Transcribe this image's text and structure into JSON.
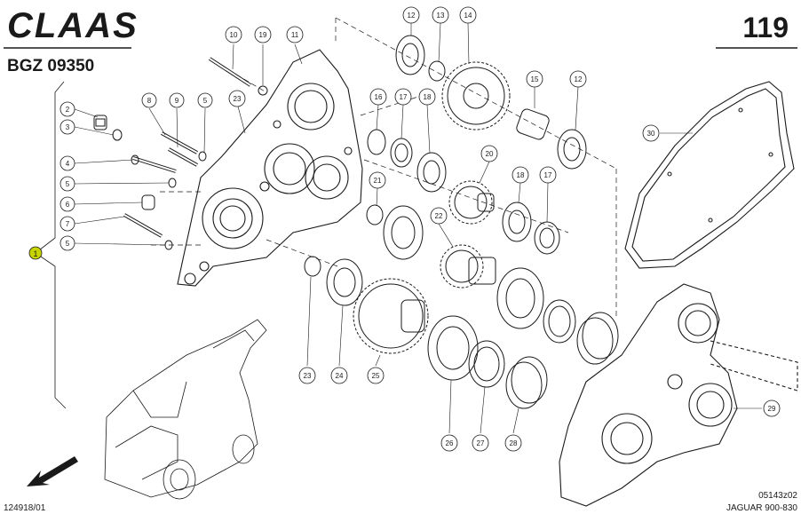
{
  "header": {
    "brand": "CLAAS",
    "group_code": "BGZ 09350",
    "page_number": "119"
  },
  "footer": {
    "doc_id": "124918/01",
    "drawing_code": "05143z02",
    "model": "JAGUAR 900-830"
  },
  "callouts": {
    "c1": "1",
    "c2": "2",
    "c3": "3",
    "c4": "4",
    "c5a": "5",
    "c5b": "5",
    "c5c": "5",
    "c6": "6",
    "c7": "7",
    "c8": "8",
    "c9": "9",
    "c10": "10",
    "c11": "11",
    "c12a": "12",
    "c12b": "12",
    "c13": "13",
    "c14": "14",
    "c15": "15",
    "c16": "16",
    "c17a": "17",
    "c17b": "17",
    "c18a": "18",
    "c18b": "18",
    "c19": "19",
    "c20": "20",
    "c21": "21",
    "c22": "22",
    "c23a": "23",
    "c23b": "23",
    "c24": "24",
    "c25": "25",
    "c26": "26",
    "c27": "27",
    "c28": "28",
    "c29": "29",
    "c30": "30"
  },
  "colors": {
    "line": "#1a1a1a",
    "highlight": "#c8d400"
  }
}
